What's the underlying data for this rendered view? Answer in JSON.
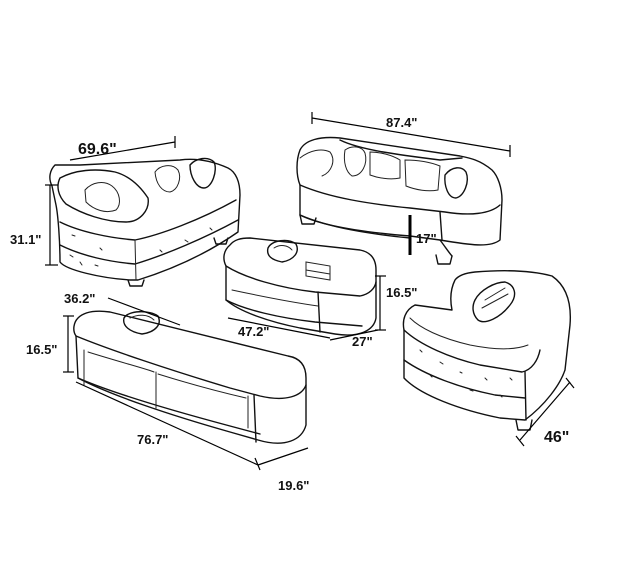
{
  "dimensions": {
    "sofa3_width": "87.4\"",
    "sofa2_width": "69.6\"",
    "sofa2_height": "31.1\"",
    "sofa_seat_height": "17\"",
    "coffee_table_depth_side": "36.2\"",
    "coffee_table_height": "16.5\"",
    "coffee_table_length": "47.2\"",
    "coffee_table_width": "27\"",
    "tv_stand_height": "16.5\"",
    "tv_stand_length": "76.7\"",
    "tv_stand_depth": "19.6\"",
    "chair_width": "46\""
  },
  "colors": {
    "line": "#111111",
    "background": "#ffffff"
  }
}
